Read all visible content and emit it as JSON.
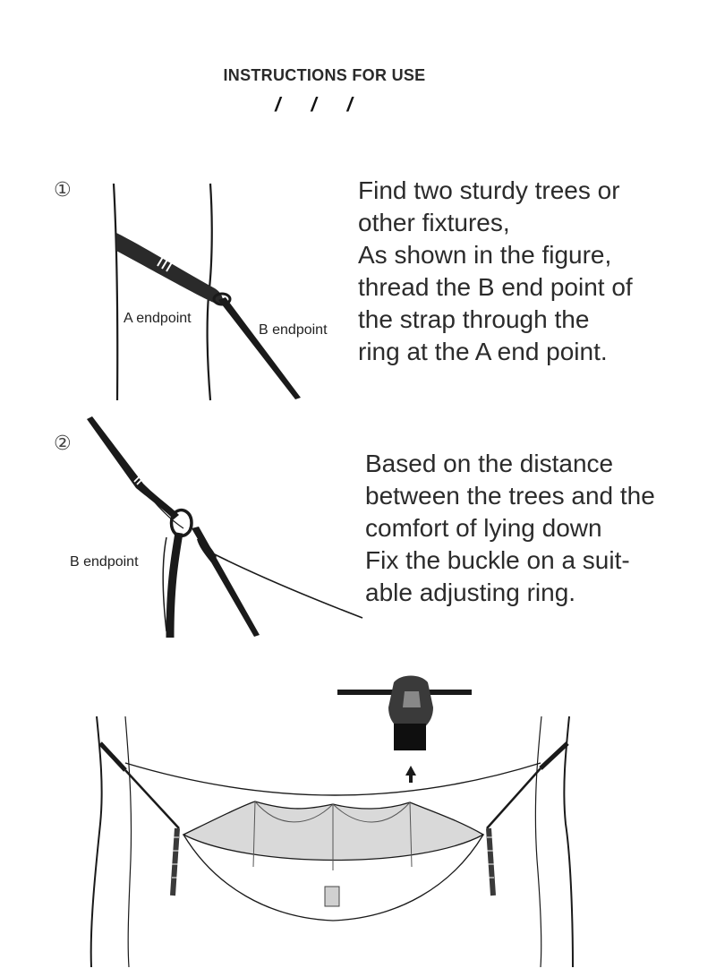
{
  "header": {
    "title": "INSTRUCTIONS FOR USE",
    "ticks": "/ / /"
  },
  "steps": [
    {
      "number": "①",
      "text": "Find two sturdy trees or\nother fixtures,\nAs shown in the figure,\nthread the B end point of\nthe strap through the\nring at the A end point.",
      "labels": {
        "a": "A endpoint",
        "b": "B endpoint"
      }
    },
    {
      "number": "②",
      "text": "Based on the distance\nbetween the trees and the\ncomfort of lying down\nFix the buckle on a suit-\nable adjusting ring.",
      "labels": {
        "b": "B endpoint"
      }
    }
  ],
  "colors": {
    "line": "#1a1a1a",
    "strap": "#2a2a2a",
    "hammock_fill": "#d9d9d9",
    "buckle": "#3a3a3a"
  },
  "icons": [
    "tree-trunk",
    "strap",
    "ring",
    "buckle",
    "arrow-up",
    "hammock"
  ]
}
